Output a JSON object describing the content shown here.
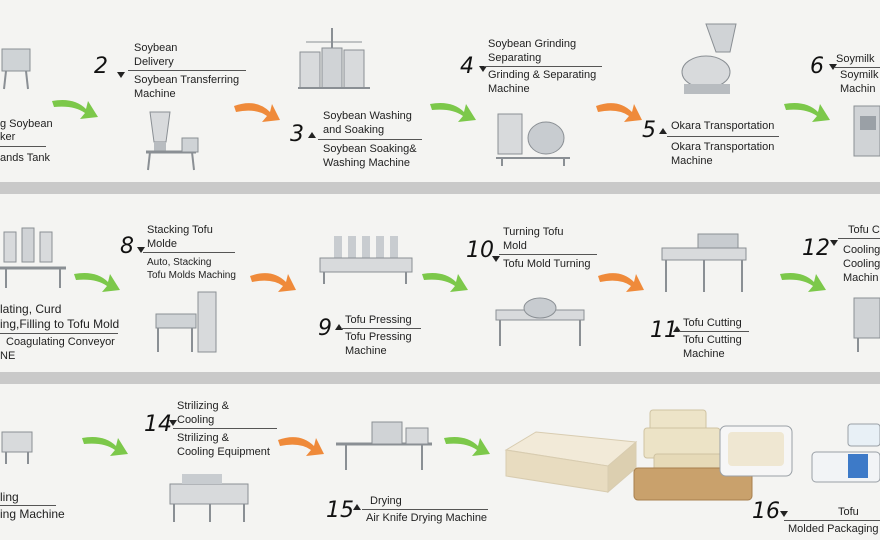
{
  "colors": {
    "green_arrow": "#7cc84a",
    "orange_arrow": "#ef8a3a",
    "band": "#c9c9c9"
  },
  "row1": {
    "s1": {
      "l1": "g Soybean",
      "l2": "ker",
      "l3": "ands Tank"
    },
    "s2": {
      "num": "2",
      "t1": "Soybean",
      "t2": "Delivery",
      "m1": "Soybean Transferring",
      "m2": "Machine"
    },
    "s3": {
      "num": "3",
      "t1": "Soybean Washing",
      "t2": "and Soaking",
      "m1": "Soybean Soaking&",
      "m2": "Washing Machine"
    },
    "s4": {
      "num": "4",
      "t1": "Soybean Grinding",
      "t2": "Separating",
      "m1": "Grinding & Separating",
      "m2": "Machine"
    },
    "s5": {
      "num": "5",
      "t1": "Okara Transportation",
      "m1": "Okara Transportation",
      "m2": "Machine"
    },
    "s6": {
      "num": "6",
      "t1": "Soymilk",
      "m1": "Soymilk",
      "m2": "Machin"
    }
  },
  "row2": {
    "s7": {
      "l1": "lating, Curd",
      "l2": "ing,Filling to Tofu Mold",
      "l3": "Coagulating Conveyor",
      "l4": "NE"
    },
    "s8": {
      "num": "8",
      "t1": "Stacking Tofu",
      "t2": "Molde",
      "m1": "Auto, Stacking",
      "m2": "Tofu Molds Maching"
    },
    "s9": {
      "num": "9",
      "t1": "Tofu Pressing",
      "m1": "Tofu Pressing",
      "m2": "Machine"
    },
    "s10": {
      "num": "10",
      "t1": "Turning Tofu",
      "t2": "Mold",
      "m1": "Tofu Mold Turning"
    },
    "s11": {
      "num": "11",
      "t1": "Tofu Cutting",
      "m1": "Tofu Cutting",
      "m2": "Machine"
    },
    "s12": {
      "num": "12",
      "t1": "Tofu C",
      "m1": "Cooling",
      "m2": "Cooling",
      "m3": "Machin"
    }
  },
  "row3": {
    "s13": {
      "l1": "ling",
      "l2": "ing Machine"
    },
    "s14": {
      "num": "14",
      "t1": "Strilizing &",
      "t2": "Cooling",
      "m1": "Strilizing &",
      "m2": "Cooling Equipment"
    },
    "s15": {
      "num": "15",
      "t1": "Drying",
      "m1": "Air Knife Drying Machine"
    },
    "s16": {
      "num": "16",
      "t1": "Tofu",
      "m1": "Molded Packaging"
    }
  }
}
